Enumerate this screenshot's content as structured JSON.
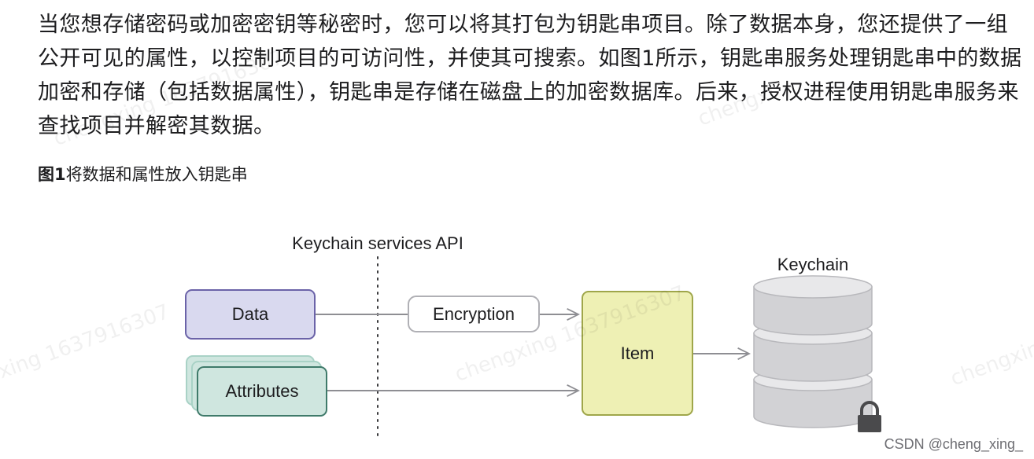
{
  "article": {
    "paragraph": "当您想存储密码或加密密钥等秘密时，您可以将其打包为钥匙串项目。除了数据本身，您还提供了一组公开可见的属性，以控制项目的可访问性，并使其可搜索。如图1所示，钥匙串服务处理钥匙串中的数据加密和存储（包括数据属性），钥匙串是存储在磁盘上的加密数据库。后来，授权进程使用钥匙串服务来查找项目并解密其数据。",
    "caption_number": "图1",
    "caption_text": "将数据和属性放入钥匙串"
  },
  "diagram": {
    "api_label": "Keychain services API",
    "data_label": "Data",
    "attributes_label": "Attributes",
    "encryption_label": "Encryption",
    "item_label": "Item",
    "keychain_label": "Keychain",
    "colors": {
      "data_fill": "#d9d9ef",
      "data_stroke": "#6b63a8",
      "attributes_fill": "#cfe6df",
      "attributes_stroke": "#3f7a6a",
      "item_fill": "#eef0b4",
      "item_stroke": "#9fa64a",
      "arrow": "#8e8e93",
      "database": "#cfcfd2",
      "lock": "#4a4a4c"
    }
  },
  "watermarks": [
    "xing 1637916307",
    "chengxing 1637916307",
    "chengxing",
    "chengxing 1637916307",
    "chengxi"
  ],
  "credit": "CSDN @cheng_xing_"
}
